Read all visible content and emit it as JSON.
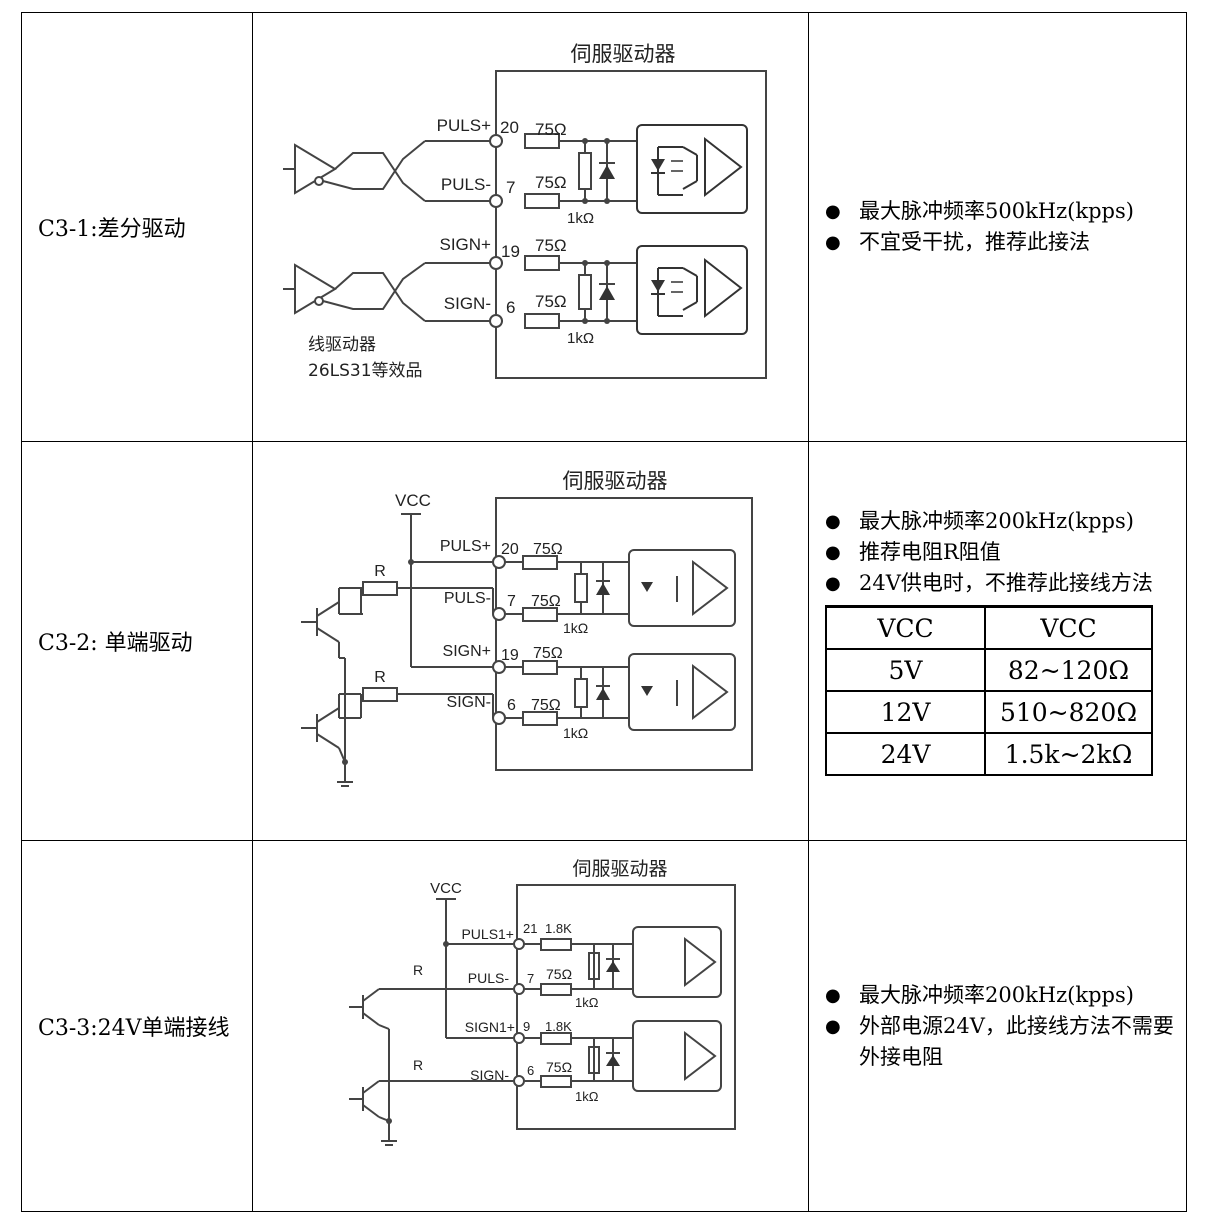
{
  "rows": [
    {
      "label": "C3-1:差分驱动",
      "diagram": {
        "title": "伺服驱动器",
        "pins": [
          {
            "name": "PULS+",
            "num": "20",
            "res": "75Ω"
          },
          {
            "name": "PULS-",
            "num": "7",
            "res": "75Ω"
          },
          {
            "name": "SIGN+",
            "num": "19",
            "res": "75Ω"
          },
          {
            "name": "SIGN-",
            "num": "6",
            "res": "75Ω"
          }
        ],
        "shunt": "1kΩ",
        "driver_line1": "线驱动器",
        "driver_line2": "26LS31等效品"
      },
      "notes": [
        "最大脉冲频率500kHz(kpps)",
        "不宜受干扰，推荐此接法"
      ]
    },
    {
      "label": "C3-2: 单端驱动",
      "diagram": {
        "title": "伺服驱动器",
        "vcc": "VCC",
        "r": "R",
        "pins": [
          {
            "name": "PULS+",
            "num": "20",
            "res": "75Ω"
          },
          {
            "name": "PULS-",
            "num": "7",
            "res": "75Ω"
          },
          {
            "name": "SIGN+",
            "num": "19",
            "res": "75Ω"
          },
          {
            "name": "SIGN-",
            "num": "6",
            "res": "75Ω"
          }
        ],
        "shunt": "1kΩ"
      },
      "notes": [
        "最大脉冲频率200kHz(kpps)",
        "推荐电阻R阻值",
        "24V供电时，不推荐此接线方法"
      ],
      "vcc_table": [
        [
          "VCC",
          "VCC"
        ],
        [
          "5V",
          "82~120Ω"
        ],
        [
          "12V",
          "510~820Ω"
        ],
        [
          "24V",
          "1.5k~2kΩ"
        ]
      ]
    },
    {
      "label": "C3-3:24V单端接线",
      "diagram": {
        "title": "伺服驱动器",
        "vcc": "VCC",
        "r": "R",
        "pins": [
          {
            "name": "PULS1+",
            "num": "21",
            "res": "1.8K"
          },
          {
            "name": "PULS-",
            "num": "7",
            "res": "75Ω"
          },
          {
            "name": "SIGN1+",
            "num": "9",
            "res": "1.8K"
          },
          {
            "name": "SIGN-",
            "num": "6",
            "res": "75Ω"
          }
        ],
        "shunt": "1kΩ"
      },
      "notes": [
        "最大脉冲频率200kHz(kpps)",
        "外部电源24V，此接线方法不需要外接电阻"
      ]
    }
  ]
}
